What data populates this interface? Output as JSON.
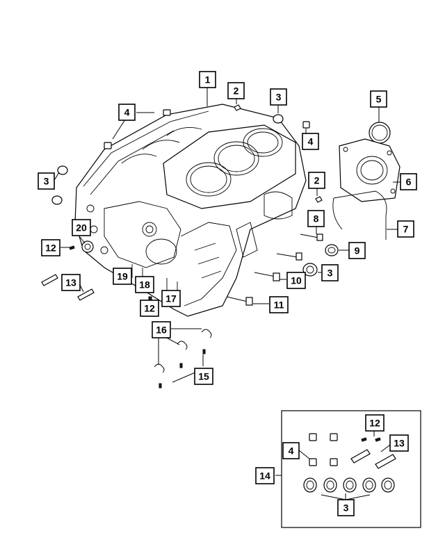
{
  "diagram": {
    "callouts": {
      "c1": "1",
      "c2a": "2",
      "c2b": "2",
      "c3a": "3",
      "c3b": "3",
      "c3c": "3",
      "c3d": "3",
      "c4a": "4",
      "c4b": "4",
      "c4c": "4",
      "c5": "5",
      "c6": "6",
      "c7": "7",
      "c8": "8",
      "c9": "9",
      "c10": "10",
      "c11": "11",
      "c12a": "12",
      "c12b": "12",
      "c12c": "12",
      "c13a": "13",
      "c13b": "13",
      "c14": "14",
      "c15": "15",
      "c16": "16",
      "c17": "17",
      "c18": "18",
      "c19": "19",
      "c20": "20"
    },
    "colors": {
      "line": "#000000",
      "background": "#ffffff"
    }
  }
}
